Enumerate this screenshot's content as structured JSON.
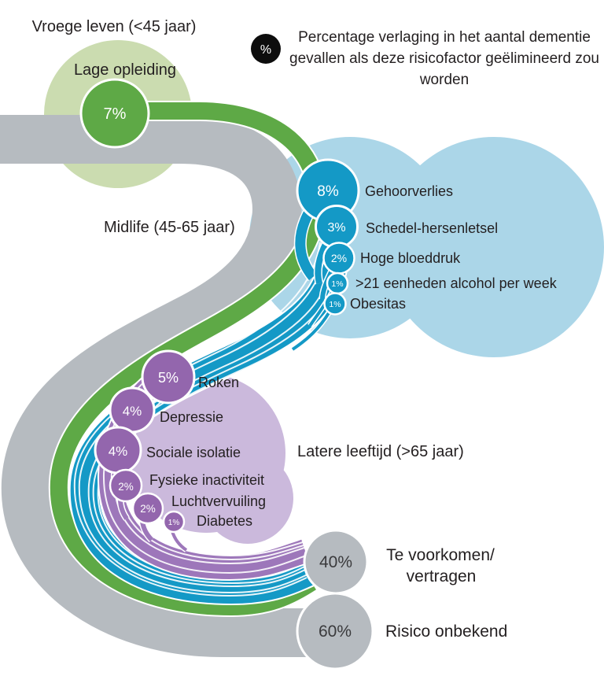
{
  "legend": {
    "symbol": "%",
    "line1": "Percentage verlaging in het aantal dementie",
    "line2": "gevallen als deze risicofactor geëlimineerd zou",
    "line3": "worden"
  },
  "stages": {
    "early": "Vroege leven (<45 jaar)",
    "mid": "Midlife (45-65 jaar)",
    "late": "Latere leeftijd (>65 jaar)"
  },
  "early_factors": [
    {
      "value": "7%",
      "label": "Lage opleiding"
    }
  ],
  "mid_factors": [
    {
      "value": "8%",
      "label": "Gehoorverlies"
    },
    {
      "value": "3%",
      "label": "Schedel-hersenletsel"
    },
    {
      "value": "2%",
      "label": "Hoge bloeddruk"
    },
    {
      "value": "1%",
      "label": ">21 eenheden alcohol per week"
    },
    {
      "value": "1%",
      "label": "Obesitas"
    }
  ],
  "late_factors": [
    {
      "value": "5%",
      "label": "Roken"
    },
    {
      "value": "4%",
      "label": "Depressie"
    },
    {
      "value": "4%",
      "label": "Sociale isolatie"
    },
    {
      "value": "2%",
      "label": "Fysieke inactiviteit"
    },
    {
      "value": "2%",
      "label": "Luchtvervuiling"
    },
    {
      "value": "1%",
      "label": "Diabetes"
    }
  ],
  "outcomes": [
    {
      "value": "40%",
      "label_line1": "Te voorkomen/",
      "label_line2": "vertragen"
    },
    {
      "value": "60%",
      "label": "Risico onbekend"
    }
  ],
  "colors": {
    "green": "#5ea946",
    "green_light": "#cbdcb0",
    "teal": "#1499c6",
    "blue_light": "#abd6e8",
    "purple": "#9366ad",
    "purple_band": "#9d77ba",
    "purple_light": "#cbb9dc",
    "gray": "#b6bbc0",
    "text": "#231f20",
    "legend_circle": "#0d0d0d"
  }
}
